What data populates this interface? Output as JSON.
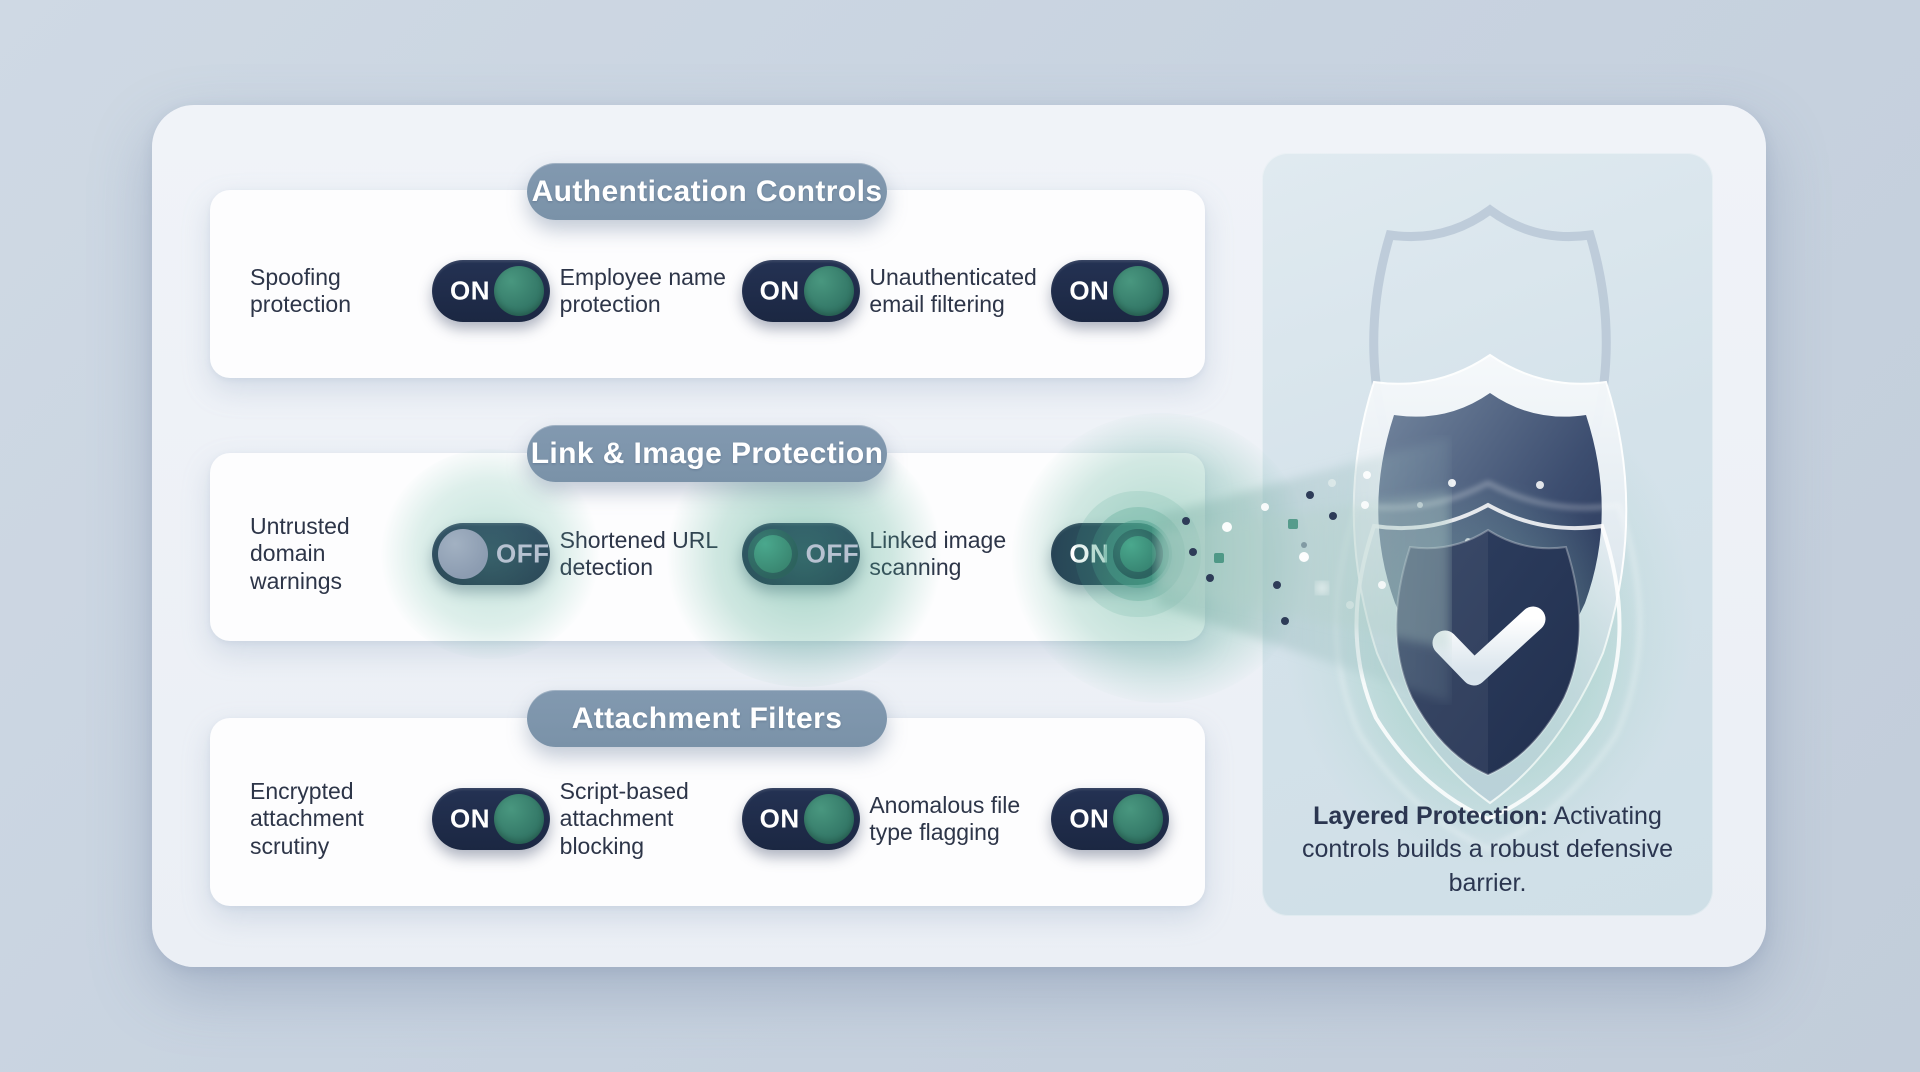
{
  "sections": [
    {
      "label": "Authentication Controls",
      "controls": [
        {
          "label": "Spoofing protection",
          "state": "ON"
        },
        {
          "label": "Employee name protection",
          "state": "ON"
        },
        {
          "label": "Unauthenticated email filtering",
          "state": "ON"
        }
      ]
    },
    {
      "label": "Link & Image Protection",
      "controls": [
        {
          "label": "Untrusted domain warnings",
          "state": "OFF"
        },
        {
          "label": "Shortened URL detection",
          "state": "OFF"
        },
        {
          "label": "Linked image scanning",
          "state": "ON"
        }
      ]
    },
    {
      "label": "Attachment Filters",
      "controls": [
        {
          "label": "Encrypted attachment scrutiny",
          "state": "ON"
        },
        {
          "label": "Script-based attachment blocking",
          "state": "ON"
        },
        {
          "label": "Anomalous file type flagging",
          "state": "ON"
        }
      ]
    }
  ],
  "panel": {
    "icon": "shield-check-icon",
    "caption_bold": "Layered Protection:",
    "caption_rest": " Activating controls builds a robust defensive barrier."
  },
  "colors": {
    "background": "#c8d3e0",
    "card": "#eef1f6",
    "row_card": "#fdfdfe",
    "section_pill": "#7e96ac",
    "toggle_track": "#1e2a47",
    "toggle_on_knob": "#3a8173",
    "toggle_off_knob": "#94a4b7",
    "on_text": "#ffffff",
    "off_text": "#b7c2d1",
    "glow": "#4aa88d",
    "panel_bg": "#d5e2ea",
    "shield_dark": "#263654",
    "caption_text": "#2b3650"
  }
}
